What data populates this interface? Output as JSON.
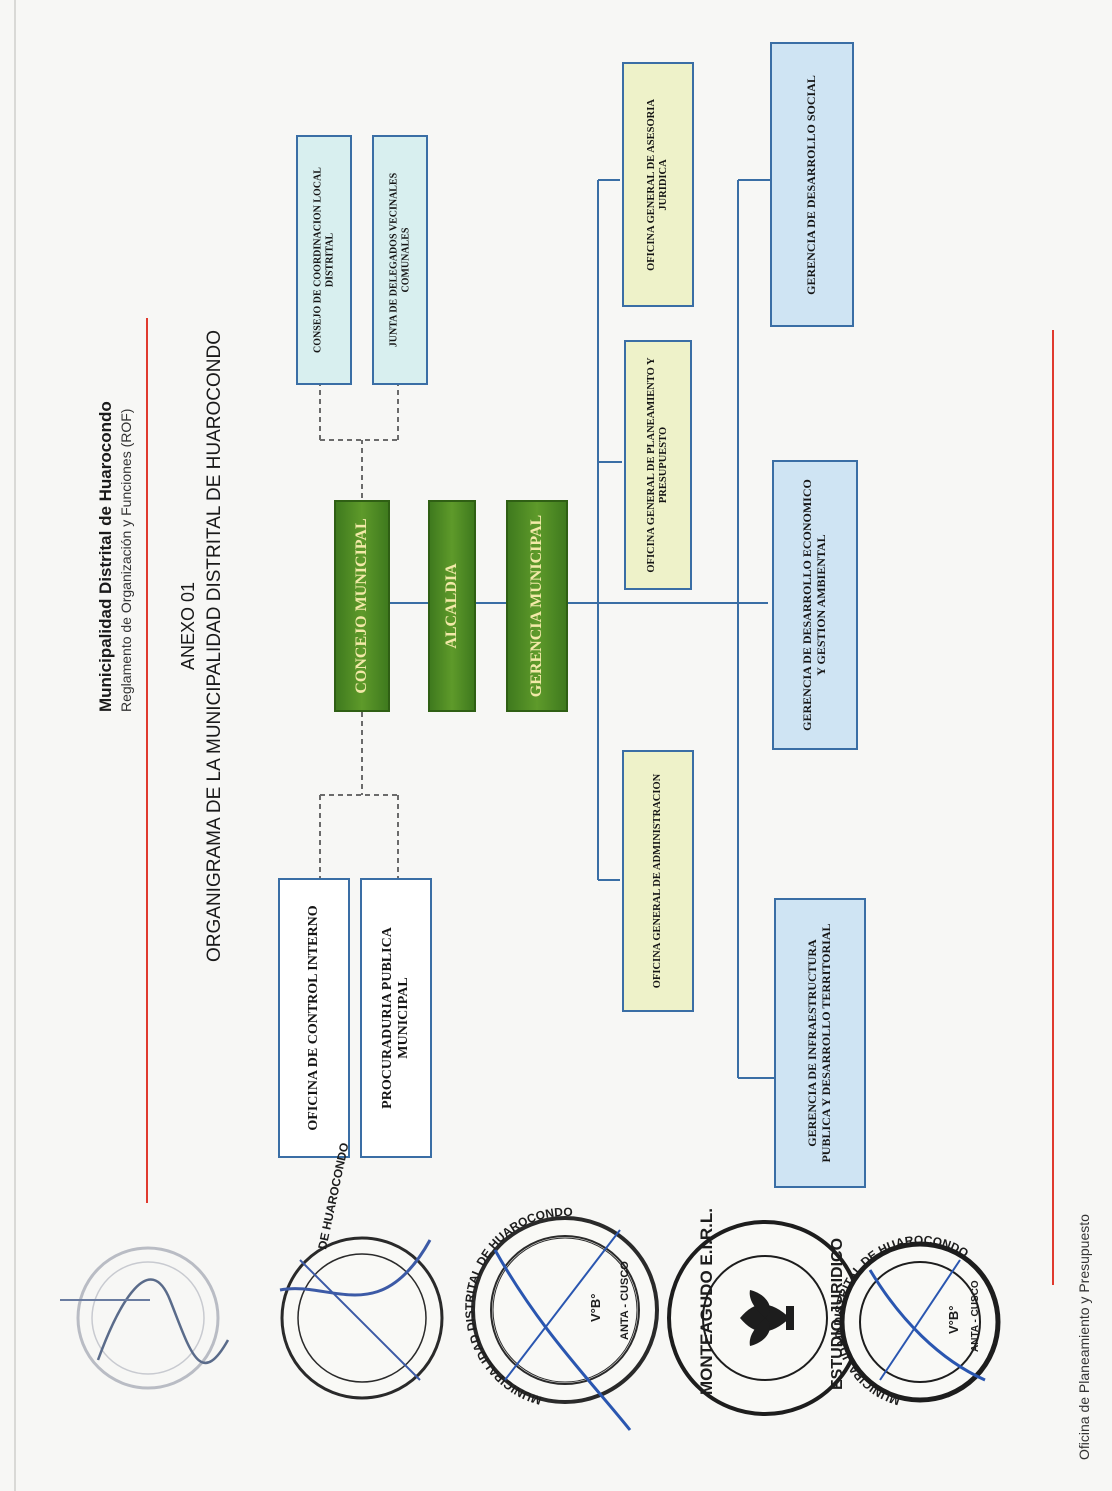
{
  "header": {
    "institution": "Municipalidad Distrital de Huarocondo",
    "document": "Reglamento de Organización y Funciones (ROF)"
  },
  "title": {
    "annex": "ANEXO 01",
    "main": "ORGANIGRAMA DE LA MUNICIPALIDAD DISTRITAL DE HUAROCONDO"
  },
  "footer": {
    "office": "Oficina de Planeamiento y Presupuesto"
  },
  "colors": {
    "red_rule": "#e03a2e",
    "connector": "#3a6ea5",
    "green_box": "#4a8a22",
    "green_text": "#f2e9a8",
    "teal_box": "#d8efef",
    "yellow_box": "#eef2c9",
    "blue_box": "#cfe4f3"
  },
  "org": {
    "concejo": "CONCEJO MUNICIPAL",
    "alcaldia": "ALCALDIA",
    "gerencia": "GERENCIA MUNICIPAL",
    "consejo_coordinacion": "CONSEJO DE COORDINACION LOCAL DISTRITAL",
    "junta_delegados": "JUNTA DE DELEGADOS VECINALES COMUNALES",
    "control_interno": "OFICINA DE CONTROL INTERNO",
    "procuraduria": "PROCURADURIA PUBLICA MUNICIPAL",
    "administracion": "OFICINA GENERAL DE ADMINISTRACION",
    "planeamiento": "OFICINA GENERAL DE PLANEAMIENTO Y PRESUPUESTO",
    "asesoria": "OFICINA GENERAL DE ASESORIA JURIDICA",
    "infraestructura": "GERENCIA DE INFRAESTRUCTURA PUBLICA Y DESARROLLO TERRITORIAL",
    "economico": "GERENCIA DE DESARROLLO ECONOMICO Y GESTION AMBIENTAL",
    "social": "GERENCIA DE DESARROLLO SOCIAL"
  },
  "seals": {
    "s2_top": "DE HUAROCONDO",
    "s3_ring": "MUNICIPALIDAD DISTRITAL DE HUAROCONDO",
    "s3_bottom": "ANTA - CUSCO",
    "s3_vb": "V°B°",
    "s4_top": "MONTEAGUDO E.I.R.L.",
    "s4_bottom": "ESTUDIO JURIDICO",
    "s5_ring": "MUNICIPALIDAD DISTRITAL DE HUAROCONDO",
    "s5_bottom": "ANTA - CUSCO",
    "s5_vb": "V°B°"
  }
}
